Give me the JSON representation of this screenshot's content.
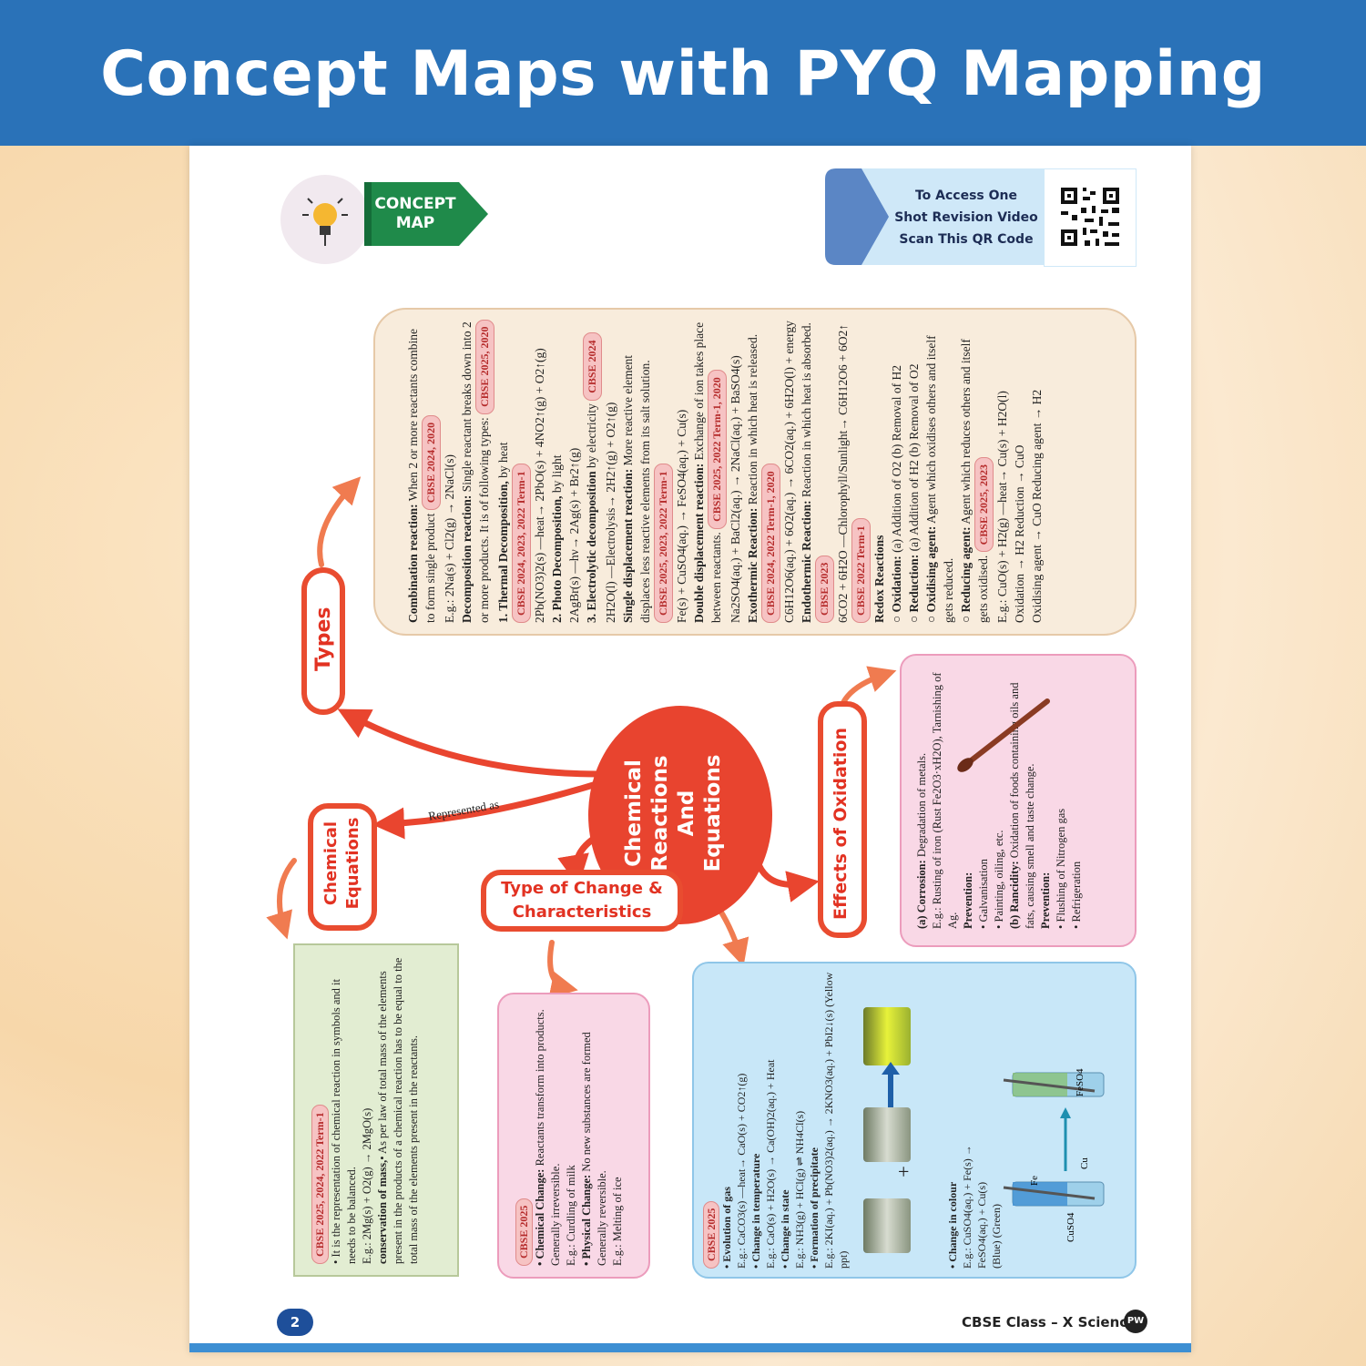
{
  "banner": {
    "title": "Concept Maps with PYQ Mapping"
  },
  "header": {
    "concept_tag": [
      "CONCEPT",
      "MAP"
    ],
    "qr_prompt": [
      "To Access One",
      "Shot Revision Video",
      "Scan This QR Code"
    ]
  },
  "center": {
    "label": [
      "Chemical",
      "Reactions",
      "And",
      "Equations"
    ]
  },
  "nodes": {
    "types": "Types",
    "chemical_equations": [
      "Chemical",
      "Equations"
    ],
    "type_of_change": [
      "Type of Change &",
      "Characteristics"
    ],
    "effects_of_oxidation": "Effects of Oxidation"
  },
  "edge_labels": {
    "represented_as": "Represented as"
  },
  "types_card": {
    "lines": [
      {
        "b": "Combination reaction:",
        "t": " When 2 or more reactants combine to form single product",
        "badge": "CBSE 2024, 2020"
      },
      {
        "t": "E.g.: 2Na(s) + Cl2(g) → 2NaCl(s)"
      },
      {
        "b": "Decomposition reaction:",
        "t": " Single reactant breaks down into 2 or more products. It is of following types:",
        "badge": "CBSE 2025, 2020"
      },
      {
        "b": "1. Thermal Decomposition,",
        "t": " by heat",
        "badge": "CBSE 2024, 2023, 2022 Term-1"
      },
      {
        "t": "2Pb(NO3)2(s) —heat→ 2PbO(s) + 4NO2↑(g) + O2↑(g)"
      },
      {
        "b": "2. Photo Decomposition,",
        "t": " by light"
      },
      {
        "t": "2AgBr(s) —hν→ 2Ag(s) + Br2↑(g)"
      },
      {
        "b": "3. Electrolytic decomposition",
        "t": " by electricity",
        "badge": "CBSE 2024"
      },
      {
        "t": "2H2O(l) —Electrolysis→ 2H2↑(g) + O2↑(g)"
      },
      {
        "b": "Single displacement reaction:",
        "t": " More reactive element displaces less reactive elements from its salt solution.",
        "badge": "CBSE 2025, 2023, 2022 Term-1"
      },
      {
        "t": "Fe(s) + CuSO4(aq.) → FeSO4(aq.) + Cu(s)"
      },
      {
        "b": "Double displacement reaction:",
        "t": " Exchange of ion takes place between reactants.",
        "badge": "CBSE 2025, 2022 Term-1, 2020"
      },
      {
        "t": "Na2SO4(aq.) + BaCl2(aq.) → 2NaCl(aq.) + BaSO4(s)"
      },
      {
        "b": "Exothermic Reaction:",
        "t": " Reaction in which heat is released.",
        "badge": "CBSE 2024, 2022 Term-1, 2020"
      },
      {
        "t": "C6H12O6(aq.) + 6O2(aq.) → 6CO2(aq.) + 6H2O(l) + energy"
      },
      {
        "b": "Endothermic Reaction:",
        "t": " Reaction in which heat is absorbed.",
        "badge": "CBSE 2023"
      },
      {
        "t": "6CO2 + 6H2O —Chlorophyll/Sunlight→ C6H12O6 + 6O2↑",
        "badge": "CBSE 2022 Term-1"
      },
      {
        "b": "Redox Reactions"
      },
      {
        "b": "○ Oxidation:",
        "t": " (a) Addition of O2  (b) Removal of H2"
      },
      {
        "b": "○ Reduction:",
        "t": " (a) Addition of H2  (b) Removal of O2"
      },
      {
        "b": "○ Oxidising agent:",
        "t": " Agent which oxidises others and itself gets reduced."
      },
      {
        "b": "○ Reducing agent:",
        "t": " Agent which reduces others and itself gets oxidised.",
        "badge": "CBSE 2025, 2023"
      },
      {
        "t": "E.g.: CuO(s) + H2(g) —heat→ Cu(s) + H2O(l)"
      },
      {
        "t": "Oxidation → H2    Reduction → CuO"
      },
      {
        "t": "Oxidising agent → CuO    Reducing agent → H2"
      }
    ]
  },
  "oxidation_card": {
    "lines": [
      {
        "b": "(a) Corrosion:",
        "t": " Degradation of metals."
      },
      {
        "t": "E.g.: Rusting of iron (Rust Fe2O3·xH2O), Tarnishing of Ag."
      },
      {
        "b": "Prevention:"
      },
      {
        "t": "• Galvanisation"
      },
      {
        "t": "• Painting, oiling, etc."
      },
      {
        "b": "(b) Rancidity:",
        "t": " Oxidation of foods containing oils and fats, causing smell and taste change."
      },
      {
        "b": "Prevention:"
      },
      {
        "t": "• Flushing of Nitrogen gas"
      },
      {
        "t": "• Refrigeration"
      }
    ]
  },
  "equations_card": {
    "badge": "CBSE 2025, 2024, 2022 Term-1",
    "lines": [
      {
        "t": "• It is the representation of chemical reaction in symbols and it needs to be balanced."
      },
      {
        "t": "E.g.: 2Mg(s) + O2(g) → 2MgO(s)"
      },
      {
        "t": "• As per law of ",
        "b": "conservation of mass,",
        "t2": " total mass of the elements present in the products of a chemical reaction has to be equal to the total mass of the elements present in the reactants."
      }
    ]
  },
  "change_card": {
    "badge": "CBSE 2025",
    "lines": [
      {
        "b": "• Chemical Change:",
        "t": " Reactants transform into products. Generally irreversible."
      },
      {
        "t": "E.g.: Curdling of milk"
      },
      {
        "b": "• Physical Change:",
        "t": " No new substances are formed"
      },
      {
        "t": "Generally reversible."
      },
      {
        "t": "E.g.: Melting of ice"
      }
    ]
  },
  "characteristics_card": {
    "badge": "CBSE 2025",
    "lines": [
      {
        "b": "• Evolution of gas"
      },
      {
        "t": "E.g.: CaCO3(s) —heat→ CaO(s) + CO2↑(g)"
      },
      {
        "b": "• Change in temperature"
      },
      {
        "t": "E.g.: CaO(s) + H2O(s) → Ca(OH)2(aq.) + Heat"
      },
      {
        "b": "• Change in state"
      },
      {
        "t": "E.g.: NH3(g) + HCl(g) ⇌ NH4Cl(s)"
      },
      {
        "b": "• Formation of precipitate"
      },
      {
        "t": "E.g.: 2KI(aq.) + Pb(NO3)2(aq.) → 2KNO3(aq.) + PbI2↓(s) (Yellow ppt)"
      }
    ],
    "colour_lines": [
      {
        "b": "• Change in colour"
      },
      {
        "t": "E.g.: CuSO4(aq.) + Fe(s) → FeSO4(aq.) + Cu(s)"
      },
      {
        "t": "(Blue)          (Green)"
      }
    ],
    "figure_labels": {
      "plus": "+",
      "fe": "Fe",
      "cu": "Cu",
      "feso4": "FeSO4",
      "cuso4": "CuSO4"
    }
  },
  "footer": {
    "page": "2",
    "book": "CBSE Class – X Science",
    "logo": "PW"
  },
  "colors": {
    "banner": "#2a72b8",
    "node": "#e94c30",
    "types_bg": "#f8ecdc",
    "pink_bg": "#f9d8e6",
    "green_bg": "#e2edd2",
    "blue_bg": "#c8e7f8"
  }
}
